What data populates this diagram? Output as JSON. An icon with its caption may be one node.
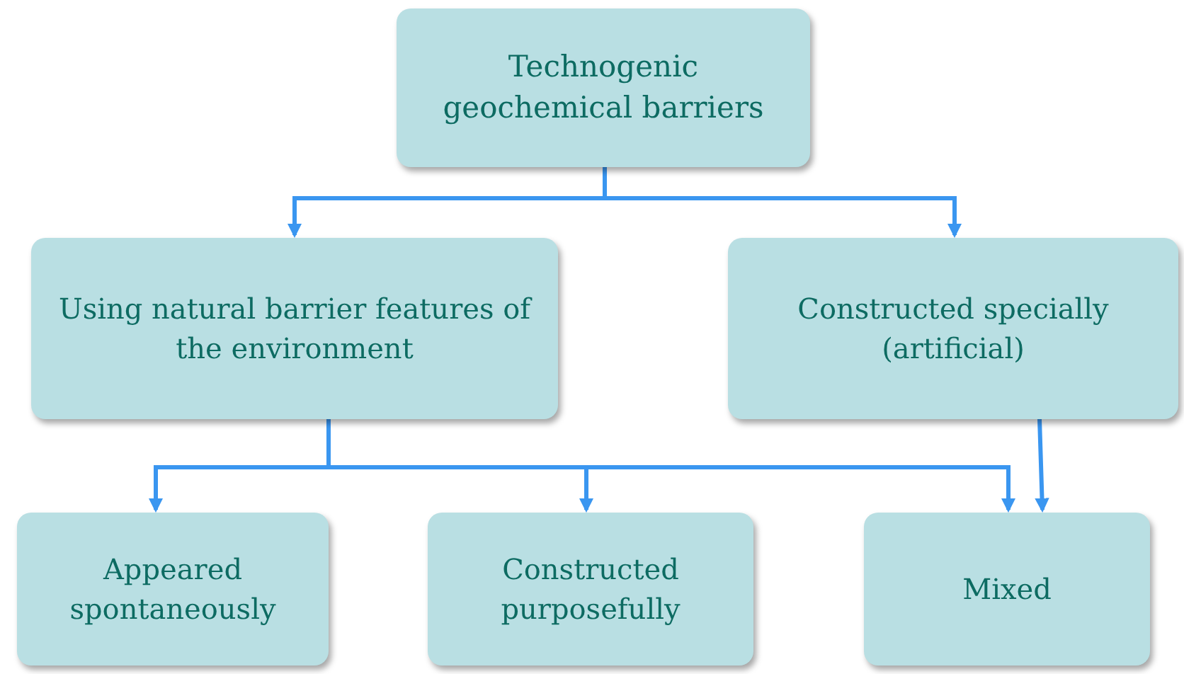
{
  "diagram": {
    "nodes": [
      {
        "text": [
          "Technogenic geochemical barriers"
        ]
      },
      {
        "text": [
          "Using natural barrier features of the environment"
        ]
      },
      {
        "text": [
          "Constructed specially (artificial)"
        ]
      },
      {
        "text": [
          "Appeared spontaneously"
        ]
      },
      {
        "text": [
          "Constructed purposefully"
        ]
      },
      {
        "text": [
          "Mixed"
        ]
      }
    ],
    "edges": [
      {
        "from": 0,
        "to": 1,
        "arrow": "to"
      },
      {
        "from": 0,
        "to": 2,
        "arrow": "to"
      },
      {
        "from": 1,
        "to": 3,
        "arrow": "to"
      },
      {
        "from": 1,
        "to": 4,
        "arrow": "to"
      },
      {
        "from": 1,
        "to": 5,
        "arrow": "to"
      },
      {
        "from": 2,
        "to": 5,
        "arrow": "to"
      }
    ]
  }
}
